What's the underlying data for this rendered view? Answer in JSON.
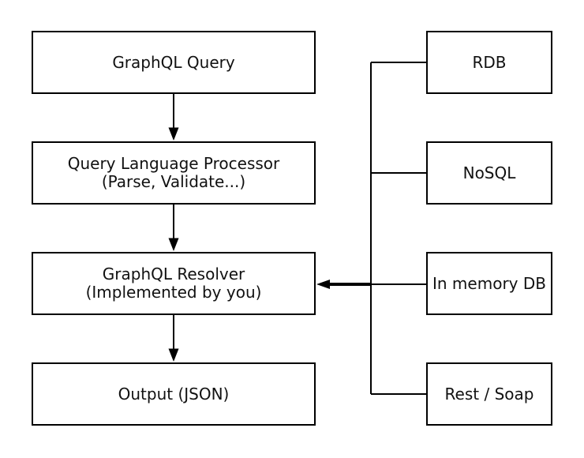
{
  "diagram": {
    "flow_nodes": [
      {
        "id": "graphql-query",
        "line1": "GraphQL Query",
        "line2": ""
      },
      {
        "id": "query-language-processor",
        "line1": "Query Language Processor",
        "line2": "(Parse, Validate...)"
      },
      {
        "id": "graphql-resolver",
        "line1": "GraphQL Resolver",
        "line2": "(Implemented by you)"
      },
      {
        "id": "output-json",
        "line1": "Output (JSON)",
        "line2": ""
      }
    ],
    "datasource_nodes": [
      {
        "id": "rdb",
        "label": "RDB"
      },
      {
        "id": "nosql",
        "label": "NoSQL"
      },
      {
        "id": "in-memory-db",
        "label": "In memory DB"
      },
      {
        "id": "rest-soap",
        "label": "Rest / Soap"
      }
    ],
    "edges": [
      {
        "from": "graphql-query",
        "to": "query-language-processor",
        "style": "arrow-down"
      },
      {
        "from": "query-language-processor",
        "to": "graphql-resolver",
        "style": "arrow-down"
      },
      {
        "from": "graphql-resolver",
        "to": "output-json",
        "style": "arrow-down"
      },
      {
        "from": "rdb",
        "to": "datasource-trunk",
        "style": "line"
      },
      {
        "from": "nosql",
        "to": "datasource-trunk",
        "style": "line"
      },
      {
        "from": "in-memory-db",
        "to": "datasource-trunk",
        "style": "line"
      },
      {
        "from": "rest-soap",
        "to": "datasource-trunk",
        "style": "line"
      },
      {
        "from": "datasource-trunk",
        "to": "graphql-resolver",
        "style": "thick-arrow-left"
      }
    ],
    "colors": {
      "line": "#000000",
      "text": "#111111",
      "box_fill": "#ffffff",
      "background": "#ffffff"
    }
  }
}
